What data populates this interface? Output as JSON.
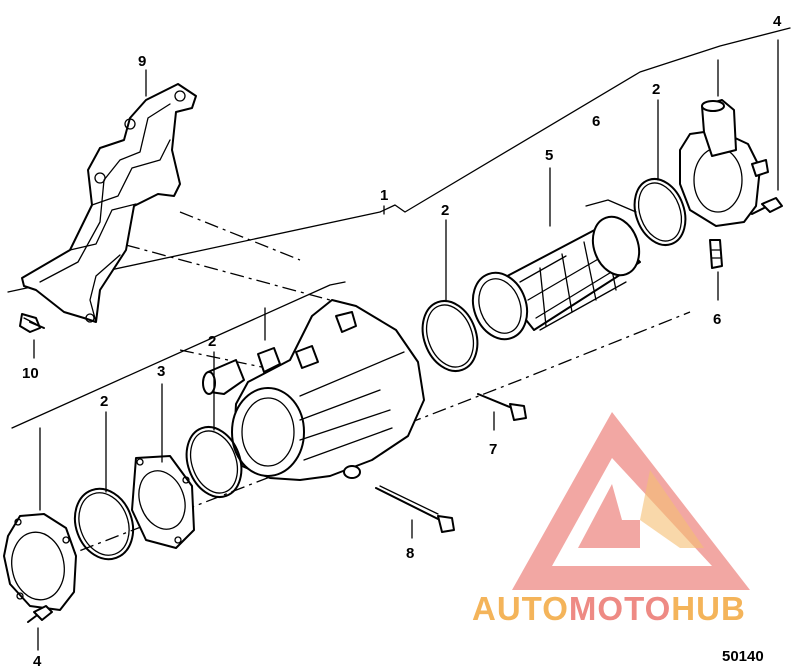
{
  "diagram": {
    "callouts": [
      {
        "id": "c1",
        "label": "1"
      },
      {
        "id": "c2a",
        "label": "2"
      },
      {
        "id": "c2b",
        "label": "2"
      },
      {
        "id": "c2c",
        "label": "2"
      },
      {
        "id": "c2d",
        "label": "2"
      },
      {
        "id": "c3",
        "label": "3"
      },
      {
        "id": "c4a",
        "label": "4"
      },
      {
        "id": "c4b",
        "label": "4"
      },
      {
        "id": "c5",
        "label": "5"
      },
      {
        "id": "c6a",
        "label": "6"
      },
      {
        "id": "c6b",
        "label": "6"
      },
      {
        "id": "c7",
        "label": "7"
      },
      {
        "id": "c8",
        "label": "8"
      },
      {
        "id": "c9",
        "label": "9"
      },
      {
        "id": "c10",
        "label": "10"
      }
    ],
    "diagram_number": "50140"
  },
  "watermark": {
    "part1": "AUTO",
    "part2": "MOTO",
    "part3": "HUB",
    "logo_colors": [
      "#f09894",
      "#f4b45a"
    ]
  }
}
